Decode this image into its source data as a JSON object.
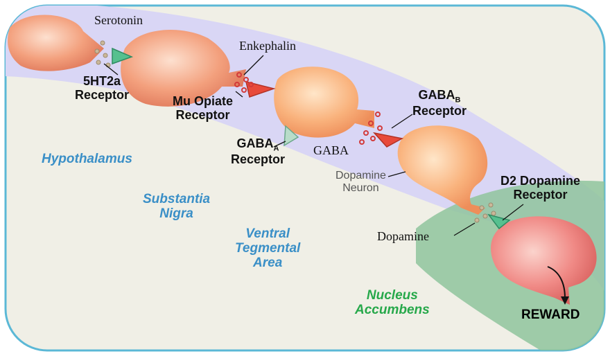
{
  "labels": {
    "serotonin": "Serotonin",
    "receptor_5ht2a_line1": "5HT2a",
    "receptor_5ht2a_line2": "Receptor",
    "enkephalin": "Enkephalin",
    "mu_line1": "Mu Opiate",
    "mu_line2": "Receptor",
    "gaba_a_main": "GABA",
    "gaba_a_sub": "A",
    "gaba_a_line2": "Receptor",
    "gaba": "GABA",
    "gaba_b_main": "GABA",
    "gaba_b_sub": "B",
    "gaba_b_line2": "Receptor",
    "dopamine_neuron_line1": "Dopamine",
    "dopamine_neuron_line2": "Neuron",
    "d2_line1": "D2 Dopamine",
    "d2_line2": "Receptor",
    "dopamine": "Dopamine",
    "reward": "REWARD"
  },
  "regions": {
    "hypothalamus": "Hypothalamus",
    "substantia_line1": "Substantia",
    "substantia_line2": "Nigra",
    "vta_line1": "Ventral",
    "vta_line2": "Tegmental",
    "vta_line3": "Area",
    "nucleus_line1": "Nucleus",
    "nucleus_line2": "Accumbens"
  },
  "colors": {
    "frame_border": "#5bb8d6",
    "background": "#f0efe6",
    "pathway_band": "#d9d6f5",
    "nucleus_zone": "#8fc49c",
    "neuron_salmon": "#f3a07d",
    "neuron_orange": "#f7b27a",
    "neuron_pink": "#f08a86",
    "receptor_green": "#56c08f",
    "receptor_red": "#e84a3a",
    "region_blue": "#3a8fc7",
    "region_green": "#26a84a"
  }
}
